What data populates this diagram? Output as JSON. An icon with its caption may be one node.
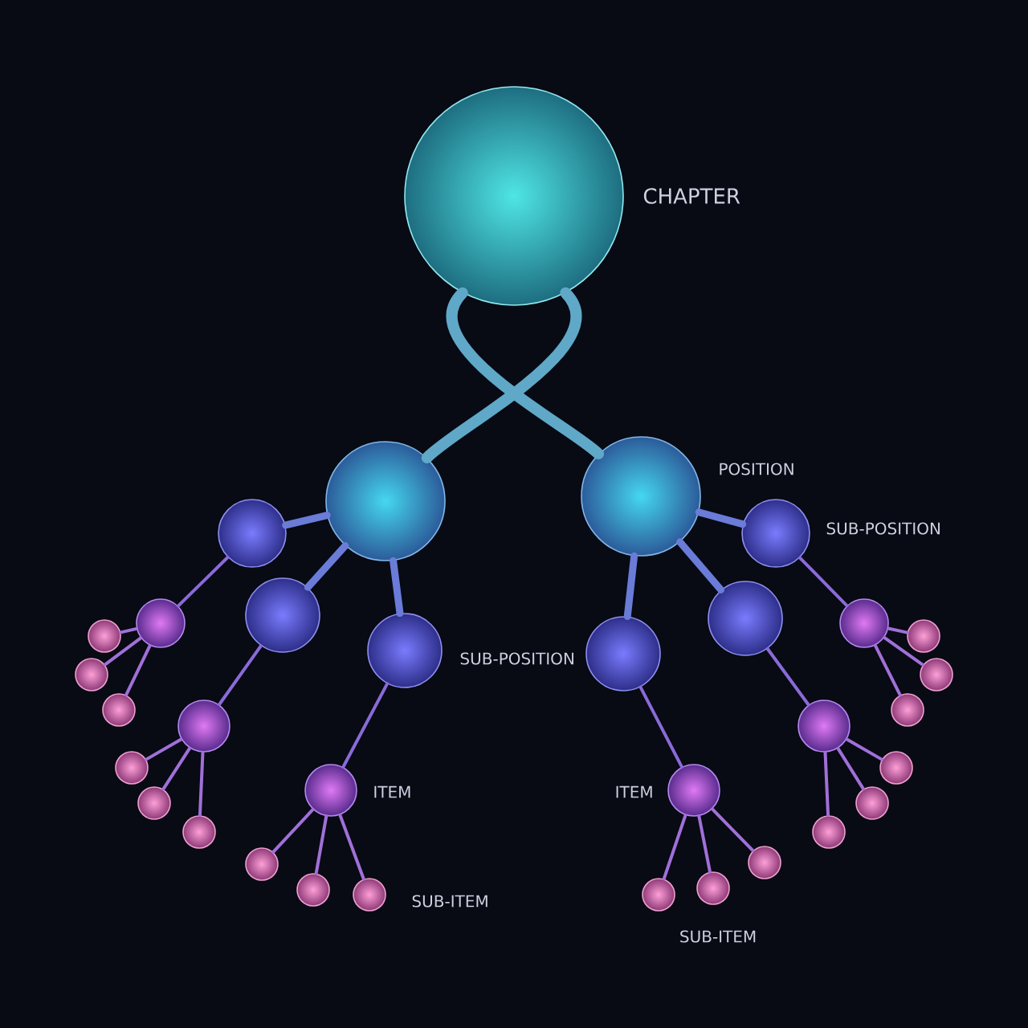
{
  "diagram": {
    "nodes": [
      {
        "text": [],
        "shape": "circle",
        "beside": [
          "CHAPTER"
        ]
      },
      {
        "text": [],
        "shape": "circle"
      },
      {
        "text": [],
        "shape": "circle",
        "beside": [
          "POSITION"
        ]
      },
      {
        "text": [],
        "shape": "circle"
      },
      {
        "text": [],
        "shape": "circle"
      },
      {
        "text": [],
        "shape": "circle",
        "beside": [
          "SUB-POSITION"
        ]
      },
      {
        "text": [],
        "shape": "circle",
        "beside": [
          "SUB-POSITION"
        ]
      },
      {
        "text": [],
        "shape": "circle"
      },
      {
        "text": [],
        "shape": "circle"
      },
      {
        "text": [],
        "shape": "circle"
      },
      {
        "text": [],
        "shape": "circle"
      },
      {
        "text": [],
        "shape": "circle",
        "beside": [
          "ITEM"
        ]
      },
      {
        "text": [],
        "shape": "circle"
      },
      {
        "text": [],
        "shape": "circle"
      },
      {
        "text": [],
        "shape": "circle",
        "beside": [
          "ITEM"
        ]
      },
      {
        "text": [],
        "shape": "circle"
      },
      {
        "text": [],
        "shape": "circle"
      },
      {
        "text": [],
        "shape": "circle"
      },
      {
        "text": [],
        "shape": "circle"
      },
      {
        "text": [],
        "shape": "circle"
      },
      {
        "text": [],
        "shape": "circle"
      },
      {
        "text": [],
        "shape": "circle"
      },
      {
        "text": [],
        "shape": "circle"
      },
      {
        "text": [],
        "shape": "circle",
        "beside": [
          "SUB-ITEM"
        ]
      },
      {
        "text": [],
        "shape": "circle"
      },
      {
        "text": [],
        "shape": "circle"
      },
      {
        "text": [],
        "shape": "circle"
      },
      {
        "text": [],
        "shape": "circle"
      },
      {
        "text": [],
        "shape": "circle"
      },
      {
        "text": [],
        "shape": "circle"
      },
      {
        "text": [],
        "shape": "circle"
      },
      {
        "text": [],
        "shape": "circle",
        "beside": [
          "SUB-ITEM"
        ]
      },
      {
        "text": [],
        "shape": "circle"
      }
    ],
    "edges": [
      {
        "from": 0,
        "to": 1,
        "arrow": "none",
        "style": "thick"
      },
      {
        "from": 0,
        "to": 2,
        "arrow": "none",
        "style": "thick"
      },
      {
        "from": 1,
        "to": 3,
        "arrow": "none",
        "style": "thick"
      },
      {
        "from": 1,
        "to": 4,
        "arrow": "none",
        "style": "thick"
      },
      {
        "from": 1,
        "to": 5,
        "arrow": "none",
        "style": "thick"
      },
      {
        "from": 2,
        "to": 6,
        "arrow": "none",
        "style": "thick"
      },
      {
        "from": 2,
        "to": 7,
        "arrow": "none",
        "style": "thick"
      },
      {
        "from": 2,
        "to": 8,
        "arrow": "none",
        "style": "thick"
      },
      {
        "from": 3,
        "to": 9,
        "arrow": "none"
      },
      {
        "from": 4,
        "to": 10,
        "arrow": "none"
      },
      {
        "from": 5,
        "to": 11,
        "arrow": "none"
      },
      {
        "from": 6,
        "to": 12,
        "arrow": "none"
      },
      {
        "from": 7,
        "to": 13,
        "arrow": "none"
      },
      {
        "from": 8,
        "to": 14,
        "arrow": "none"
      },
      {
        "from": 9,
        "to": 15,
        "arrow": "none"
      },
      {
        "from": 9,
        "to": 16,
        "arrow": "none"
      },
      {
        "from": 9,
        "to": 17,
        "arrow": "none"
      },
      {
        "from": 10,
        "to": 18,
        "arrow": "none"
      },
      {
        "from": 10,
        "to": 19,
        "arrow": "none"
      },
      {
        "from": 10,
        "to": 20,
        "arrow": "none"
      },
      {
        "from": 11,
        "to": 21,
        "arrow": "none"
      },
      {
        "from": 11,
        "to": 22,
        "arrow": "none"
      },
      {
        "from": 11,
        "to": 23,
        "arrow": "none"
      },
      {
        "from": 12,
        "to": 24,
        "arrow": "none"
      },
      {
        "from": 12,
        "to": 25,
        "arrow": "none"
      },
      {
        "from": 12,
        "to": 26,
        "arrow": "none"
      },
      {
        "from": 13,
        "to": 27,
        "arrow": "none"
      },
      {
        "from": 13,
        "to": 28,
        "arrow": "none"
      },
      {
        "from": 13,
        "to": 29,
        "arrow": "none"
      },
      {
        "from": 14,
        "to": 30,
        "arrow": "none"
      },
      {
        "from": 14,
        "to": 31,
        "arrow": "none"
      },
      {
        "from": 14,
        "to": 32,
        "arrow": "none"
      }
    ]
  }
}
